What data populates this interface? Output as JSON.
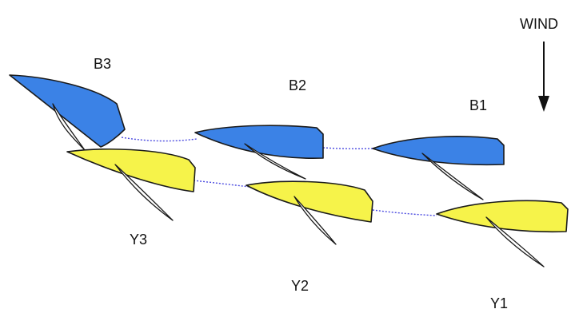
{
  "wind": {
    "label": "WIND"
  },
  "colors": {
    "blue_boat": "#3b82e6",
    "yellow_boat": "#f6f34a",
    "outline": "#1a1a1a",
    "sail": "#ffffff",
    "link": "#4a4ae0"
  },
  "boats": [
    {
      "id": "B3",
      "label": "B3",
      "team": "blue"
    },
    {
      "id": "B2",
      "label": "B2",
      "team": "blue"
    },
    {
      "id": "B1",
      "label": "B1",
      "team": "blue"
    },
    {
      "id": "Y3",
      "label": "Y3",
      "team": "yellow"
    },
    {
      "id": "Y2",
      "label": "Y2",
      "team": "yellow"
    },
    {
      "id": "Y1",
      "label": "Y1",
      "team": "yellow"
    }
  ]
}
